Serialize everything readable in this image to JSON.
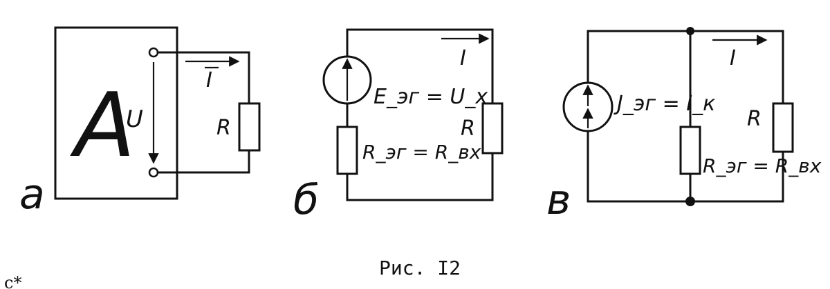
{
  "figure": {
    "caption": "Рис. I2",
    "corner_mark": "с*"
  },
  "panel_a": {
    "letter": "a",
    "block_label": "A",
    "voltage_label": "U",
    "current_label": "I",
    "resistor_label": "R"
  },
  "panel_b": {
    "letter": "б",
    "source_label": "E_эг = U_x",
    "current_label": "I",
    "resistor_label": "R",
    "internal_resistor_label": "R_эг = R_вх"
  },
  "panel_c": {
    "letter": "в",
    "source_label": "J_эг = I_к",
    "current_label": "I",
    "resistor_label": "R",
    "internal_resistor_label": "R_эг = R_вх"
  }
}
